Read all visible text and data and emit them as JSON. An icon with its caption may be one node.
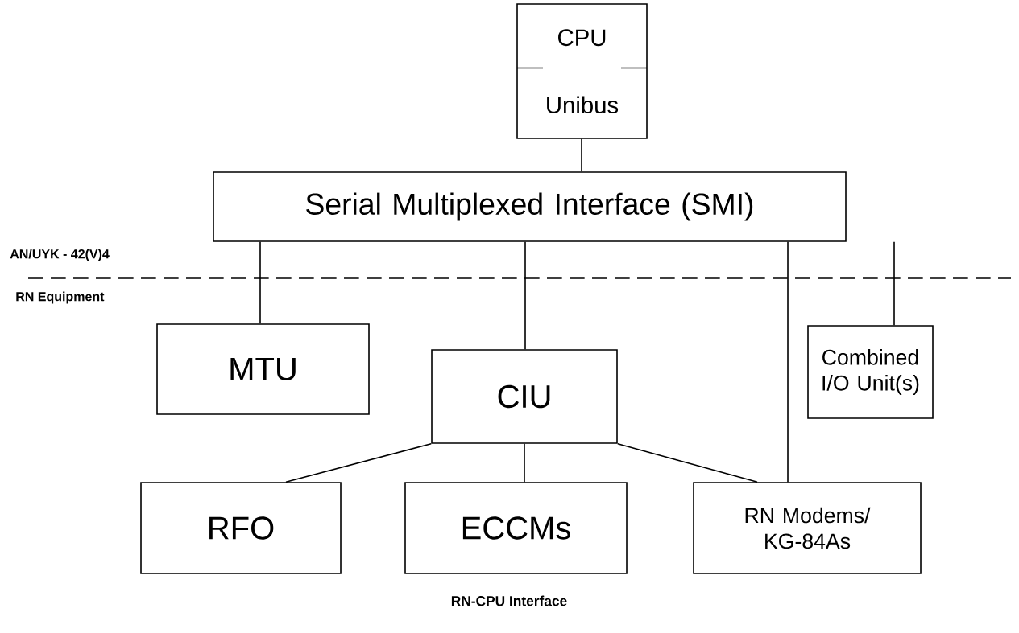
{
  "diagram": {
    "caption": "RN-CPU Interface",
    "nodes": [
      {
        "text": [
          "CPU",
          "Unibus"
        ]
      },
      {
        "text": [
          "Serial Multiplexed Interface  (SMI)"
        ]
      },
      {
        "text": [
          "MTU"
        ]
      },
      {
        "text": [
          "CIU"
        ]
      },
      {
        "text": [
          "Combined I/O Unit(s)"
        ]
      },
      {
        "text": [
          "RFO"
        ]
      },
      {
        "text": [
          "ECCMs"
        ]
      },
      {
        "text": [
          "RN Modems/ KG-84As"
        ]
      }
    ],
    "edges": [
      {
        "from": 0,
        "to": 1,
        "arrow": "none"
      },
      {
        "from": 1,
        "to": 2,
        "arrow": "none"
      },
      {
        "from": 1,
        "to": 3,
        "arrow": "none"
      },
      {
        "from": 1,
        "to": 7,
        "arrow": "none"
      },
      {
        "from": 1,
        "to": 4,
        "arrow": "none"
      },
      {
        "from": 3,
        "to": 5,
        "arrow": "none"
      },
      {
        "from": 3,
        "to": 6,
        "arrow": "none"
      },
      {
        "from": 3,
        "to": 7,
        "arrow": "none"
      }
    ],
    "labels": [
      "AN/UYK - 42(V)4",
      "RN Equipment"
    ]
  }
}
